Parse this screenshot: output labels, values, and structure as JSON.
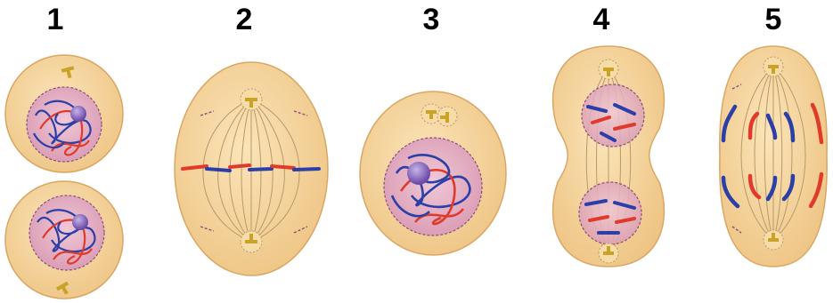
{
  "panels": [
    {
      "number": "1",
      "stage": "interphase"
    },
    {
      "number": "2",
      "stage": "metaphase"
    },
    {
      "number": "3",
      "stage": "prophase"
    },
    {
      "number": "4",
      "stage": "telophase"
    },
    {
      "number": "5",
      "stage": "anaphase"
    }
  ],
  "colors": {
    "cytoplasm": "#f3d29a",
    "cell_edge": "#d9a765",
    "nucleus": "#e9b4c4",
    "nucleus_edge": "#8a4f7a",
    "chromosome_red": "#e03a2c",
    "chromosome_blue": "#2b3fa8",
    "centrosome": "#c9a227",
    "spindle": "#b89a6a"
  }
}
